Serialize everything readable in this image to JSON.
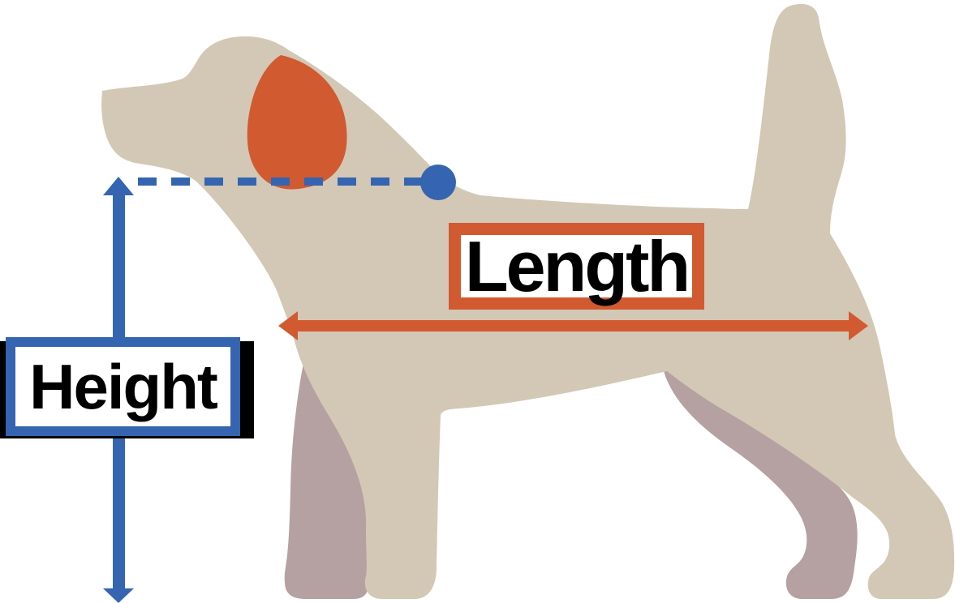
{
  "labels": {
    "height": "Height",
    "length": "Length"
  },
  "colors": {
    "blue": "#3565B0",
    "orange": "#D15A31",
    "body-tan": "#D3C8B5",
    "far-leg-mauve": "#B5A1A1",
    "label-bg": "#FFFFFF",
    "label-text": "#000000",
    "shadow-black": "#000000",
    "background": "#FFFFFF"
  },
  "icons": {
    "height_arrow": "vertical-double-arrow",
    "length_arrow": "horizontal-double-arrow",
    "withers_marker": "filled-circle",
    "level_line": "horizontal-dashed-line",
    "figure": "dog-side-silhouette",
    "ear_patch": "dog-ear-patch"
  }
}
